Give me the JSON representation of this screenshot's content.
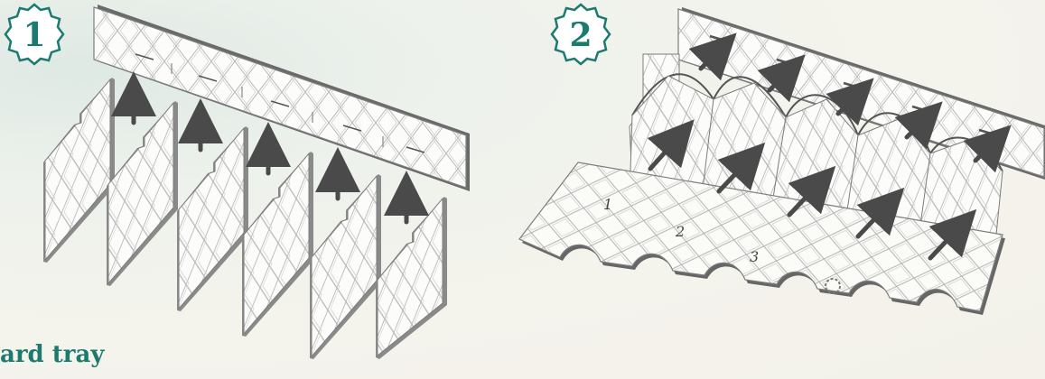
{
  "steps": [
    {
      "number": "1"
    },
    {
      "number": "2"
    }
  ],
  "caption": "ard tray",
  "panel_numbers": [
    "1",
    "2",
    "3"
  ],
  "colors": {
    "badge_green": "#1c7a6e",
    "arrow_gray": "#4a4a4a",
    "board_fill": "#ffffff",
    "board_edge": "#7d7d7d"
  },
  "icons": [
    "up-arrow-icon",
    "diagonal-arrow-icon",
    "notch-circle-icon"
  ]
}
